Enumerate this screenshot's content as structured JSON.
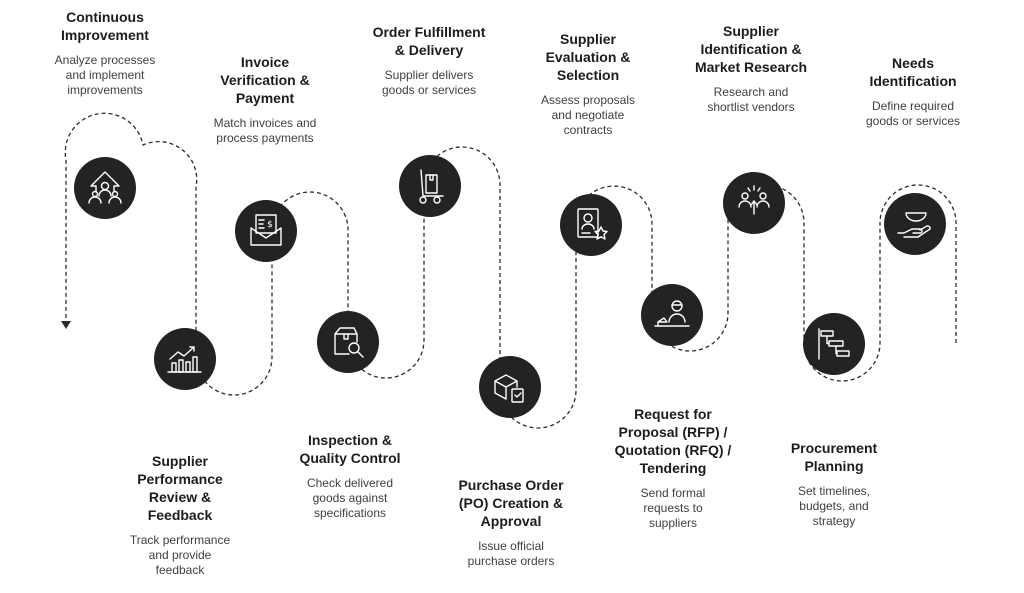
{
  "diagram": {
    "steps": [
      {
        "id": "continuous",
        "title": "Continuous\nImprovement",
        "desc": "Analyze processes\nand implement\nimprovements",
        "icon": "improvement-arrows-icon"
      },
      {
        "id": "review",
        "title": "Supplier\nPerformance\nReview &\nFeedback",
        "desc": "Track performance\nand provide\nfeedback",
        "icon": "growth-chart-icon"
      },
      {
        "id": "invoice",
        "title": "Invoice\nVerification &\nPayment",
        "desc": "Match invoices and\nprocess payments",
        "icon": "invoice-envelope-icon"
      },
      {
        "id": "inspection",
        "title": "Inspection &\nQuality Control",
        "desc": "Check delivered\ngoods against\nspecifications",
        "icon": "package-search-icon"
      },
      {
        "id": "fulfillment",
        "title": "Order Fulfillment\n& Delivery",
        "desc": "Supplier delivers\ngoods or services",
        "icon": "hand-truck-icon"
      },
      {
        "id": "po",
        "title": "Purchase Order\n(PO) Creation &\nApproval",
        "desc": "Issue official\npurchase orders",
        "icon": "box-order-icon"
      },
      {
        "id": "evaluation",
        "title": "Supplier\nEvaluation &\nSelection",
        "desc": "Assess proposals\nand negotiate\ncontracts",
        "icon": "certificate-star-icon"
      },
      {
        "id": "rfp",
        "title": "Request for\nProposal (RFP) /\nQuotation (RFQ) /\nTendering",
        "desc": "Send formal\nrequests to\nsuppliers",
        "icon": "person-desk-icon"
      },
      {
        "id": "identification",
        "title": "Supplier\nIdentification &\nMarket Research",
        "desc": "Research and\nshortlist vendors",
        "icon": "team-select-icon"
      },
      {
        "id": "planning",
        "title": "Procurement\nPlanning",
        "desc": "Set timelines,\nbudgets, and\nstrategy",
        "icon": "gantt-chart-icon"
      },
      {
        "id": "needs",
        "title": "Needs\nIdentification",
        "desc": "Define required\ngoods or services",
        "icon": "hand-bowl-icon"
      }
    ]
  }
}
